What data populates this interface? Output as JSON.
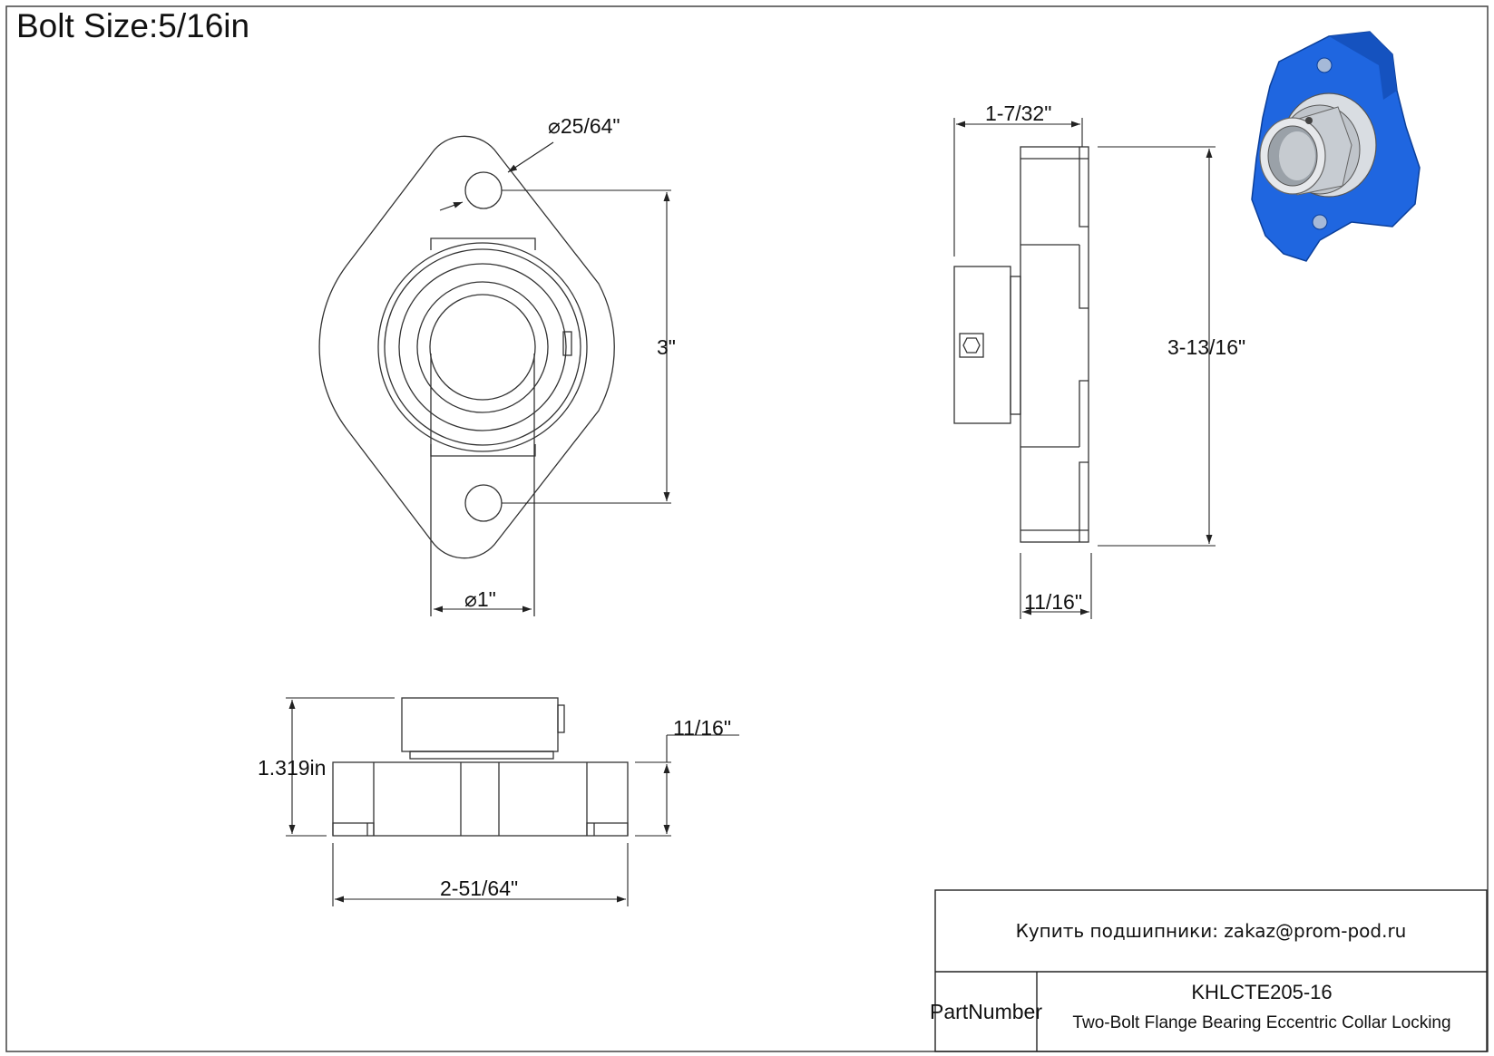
{
  "title": "Bolt Size:5/16in",
  "dimensions": {
    "bolt_hole_dia": "25/64\"",
    "bore_dia": "1\"",
    "bolt_spacing": "3\"",
    "side_width": "1-7/32\"",
    "overall_height": "3-13/16\"",
    "flange_thickness_side": "11/16\"",
    "bottom_height": "1.319in",
    "flange_thickness_bottom": "11/16\"",
    "overall_length": "2-51/64\""
  },
  "title_block": {
    "contact": "Купить подшипники: zakaz@prom-pod.ru",
    "part_label_line1": "Part",
    "part_label_line2": "Number",
    "part_number": "KHLCTE205-16",
    "description": "Two-Bolt Flange Bearing Eccentric Collar Locking"
  },
  "colors": {
    "housing_render": "#1f66e0",
    "insert_render": "#c7ccd2",
    "line": "#222222"
  }
}
